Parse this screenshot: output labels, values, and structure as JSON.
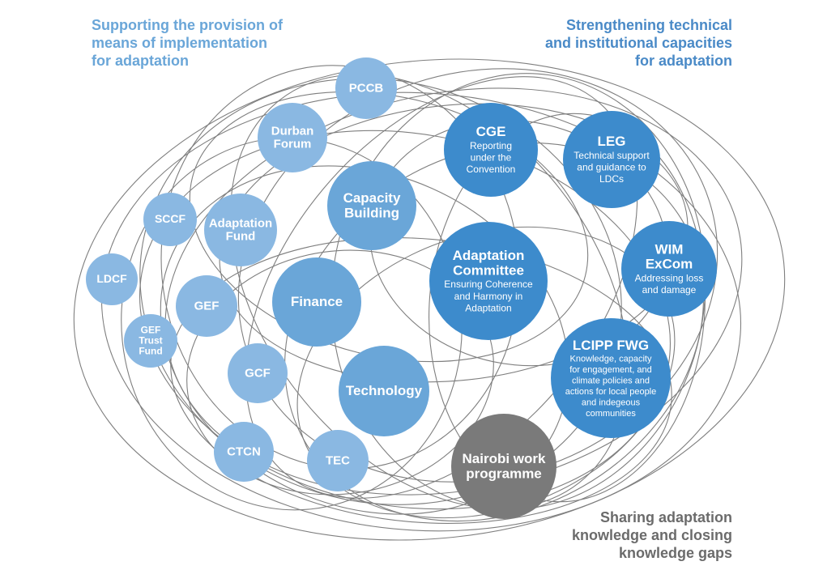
{
  "headings": {
    "means_of_implementation": [
      "Supporting the provision of",
      "means of implementation",
      "for adaptation"
    ],
    "capacities": [
      "Strengthening technical",
      "and institutional capacities",
      "for adaptation"
    ],
    "knowledge": [
      "Sharing adaptation",
      "knowledge and closing",
      "knowledge gaps"
    ]
  },
  "colors": {
    "light_blue": "#8ab8e2",
    "mid_blue": "#6aa6d8",
    "dark_blue": "#3d8bcc",
    "grey": "#7a7a7a",
    "lines": "#7f7f7f"
  },
  "nodes": [
    {
      "id": "pccb",
      "title": [
        "PCCB"
      ],
      "desc": [],
      "tone": "light_blue"
    },
    {
      "id": "durban-forum",
      "title": [
        "Durban",
        "Forum"
      ],
      "desc": [],
      "tone": "light_blue"
    },
    {
      "id": "cge",
      "title": [
        "CGE"
      ],
      "desc": [
        "Reporting",
        "under the",
        "Convention"
      ],
      "tone": "dark_blue"
    },
    {
      "id": "leg",
      "title": [
        "LEG"
      ],
      "desc": [
        "Technical support",
        "and guidance to",
        "LDCs"
      ],
      "tone": "dark_blue"
    },
    {
      "id": "capacity-building",
      "title": [
        "Capacity",
        "Building"
      ],
      "desc": [],
      "tone": "mid_blue"
    },
    {
      "id": "sccf",
      "title": [
        "SCCF"
      ],
      "desc": [],
      "tone": "light_blue"
    },
    {
      "id": "adaptation-fund",
      "title": [
        "Adaptation",
        "Fund"
      ],
      "desc": [],
      "tone": "light_blue"
    },
    {
      "id": "wim-excom",
      "title": [
        "WIM",
        "ExCom"
      ],
      "desc": [
        "Addressing loss",
        "and damage"
      ],
      "tone": "dark_blue"
    },
    {
      "id": "ldcf",
      "title": [
        "LDCF"
      ],
      "desc": [],
      "tone": "light_blue"
    },
    {
      "id": "adaptation-committee",
      "title": [
        "Adaptation",
        "Committee"
      ],
      "desc": [
        "Ensuring Coherence",
        "and Harmony in",
        "Adaptation"
      ],
      "tone": "dark_blue"
    },
    {
      "id": "finance",
      "title": [
        "Finance"
      ],
      "desc": [],
      "tone": "mid_blue"
    },
    {
      "id": "gef",
      "title": [
        "GEF"
      ],
      "desc": [],
      "tone": "light_blue"
    },
    {
      "id": "gef-trust-fund",
      "title": [
        "GEF",
        "Trust",
        "Fund"
      ],
      "desc": [],
      "tone": "light_blue"
    },
    {
      "id": "lcipp-fwg",
      "title": [
        "LCIPP FWG"
      ],
      "desc": [
        "Knowledge, capacity",
        "for engagement, and",
        "climate policies and",
        "actions for local people",
        "and indegeous",
        "communities"
      ],
      "tone": "dark_blue"
    },
    {
      "id": "gcf",
      "title": [
        "GCF"
      ],
      "desc": [],
      "tone": "light_blue"
    },
    {
      "id": "technology",
      "title": [
        "Technology"
      ],
      "desc": [],
      "tone": "mid_blue"
    },
    {
      "id": "ctcn",
      "title": [
        "CTCN"
      ],
      "desc": [],
      "tone": "light_blue"
    },
    {
      "id": "tec",
      "title": [
        "TEC"
      ],
      "desc": [],
      "tone": "light_blue"
    },
    {
      "id": "nairobi-work-programme",
      "title": [
        "Nairobi work",
        "programme"
      ],
      "desc": [],
      "tone": "grey"
    }
  ]
}
